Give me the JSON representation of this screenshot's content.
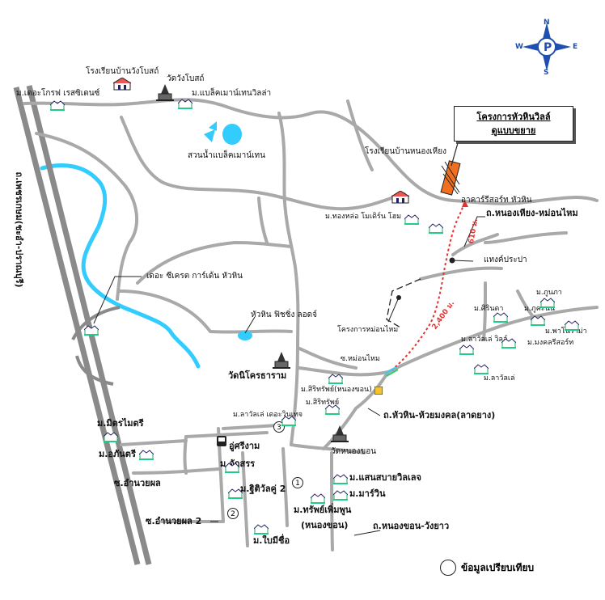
{
  "highway_label": "ถ.เพชรเกษม(ชะอำ-ปราณบุรี)",
  "project": {
    "title": "โครงการหัวหินวิลล์",
    "subtitle": "ดูแบบขยาย"
  },
  "legend": {
    "text": "ข้อมูลเปรียบเทียบ"
  },
  "distances": {
    "d1": "2,400 ม.",
    "d2": "610 ม."
  },
  "roads": {
    "r_huaymongkol": "ถ.หัวหิน-ห้วยมงคล(ลาดยาง)",
    "r_nongkhon_wangyao": "ถ.หนองขอน-วังยาว",
    "r_nonghiang": "ถ.หนองเหียง-หม่อนไหม",
    "soi_monmai": "ซ.หม่อนไหม",
    "soi_amnuaiphon": "ซ.อำนวยผล",
    "soi_amnuaiphon2": "ซ.อำนวยผล 2"
  },
  "places": {
    "school_wangphot": "โรงเรียนบ้านวังโบสถ์",
    "wat_wangphot": "วัดวังโบสถ์",
    "golf_residence": "ม.เดอะโกรฟ เรสซิเดนซ์",
    "black_mountain_villa": "ม.แบล็คเมาน์เทนวิลล่า",
    "black_mountain_park": "สวนน้ำแบล็คเมาน์เทน",
    "school_nonghiang": "โรงเรียนบ้านหนองเหียง",
    "thonglor_modern": "ม.ทองหล่อ โมเดิร์น โฮม",
    "accarres": "อาคาร์รีสอร์ท หัวหิน",
    "water_tank": "แทงค์ประปา",
    "secret_garden": "เดอะ ซีเครต การ์เด้น หัวหิน",
    "fishing_lodge": "หัวหิน ฟิชชิ่ง ลอดจ์",
    "monmai_project": "โครงการหม่อนไหม",
    "wat_nikhon": "วัดนิโครธาราม",
    "sirisap_nongkhon": "ม.สิริทรัพย์(หนองขอน)",
    "sirisap": "ม.สิริทรัพย์",
    "lavalee_winter": "ม.ลาวัลเล่ เดอะวินเทจ",
    "wat_nongkhon": "วัดหนองขอน",
    "mitmaitri": "ม.มิตรไมตรี",
    "ophanree": "ม.อภันตรี",
    "usriam": "อู่ศรีงาม",
    "chaksorn": "ม.จักสรร",
    "thiwichu2": "ม.ฐิติวัลคู่ 2",
    "saensabai": "ม.แสนสบายวิลเลจ",
    "marawin": "ม.มาร์วิน",
    "sappoem": "ม.ทรัพย์เพิ่มพูน",
    "nongkhon": "(หนองขอน)",
    "baimaisue": "ม.ใบมีชื่อ",
    "phunapha": "ม.ภูนภา",
    "sirinda": "ม.ศิรินดา",
    "phukhanin": "ม.ภูคะนิน",
    "lavalee_ville": "ม.ลาวัลเล่ วิลล์",
    "panorama": "ม.พาโนราม่า",
    "mongkhol_resort": "ม.มงคลรีสอร์ท",
    "lavalee": "ม.ลาวัลเล่"
  },
  "markers": {
    "m1": "1",
    "m2": "2",
    "m3": "3"
  },
  "compass_letters": {
    "n": "N",
    "s": "S",
    "e": "E",
    "w": "W"
  },
  "colors": {
    "road": "#a9a9a9",
    "highway": "#8a8a8a",
    "river": "#33ccff",
    "route": "#e53030",
    "project": "#f07020",
    "compass": "#1f4fb0"
  }
}
